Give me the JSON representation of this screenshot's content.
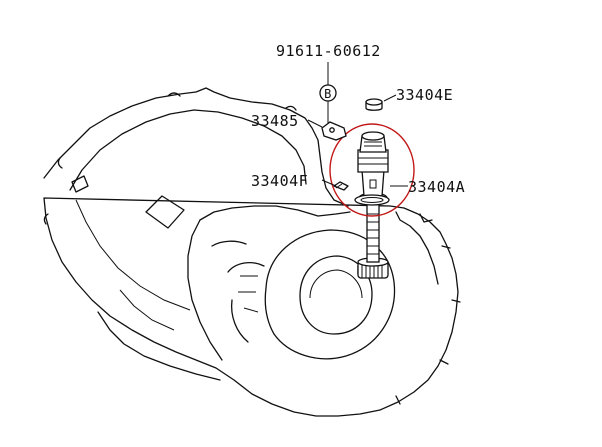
{
  "labels": {
    "bolt": "91611-60612",
    "ref_marker": "B",
    "clamp": "33485",
    "cap": "33404E",
    "oring": "33404F",
    "sleeve": "33404A"
  },
  "colors": {
    "line": "#111111",
    "highlight_circle": "#c21818",
    "background": "#ffffff"
  }
}
